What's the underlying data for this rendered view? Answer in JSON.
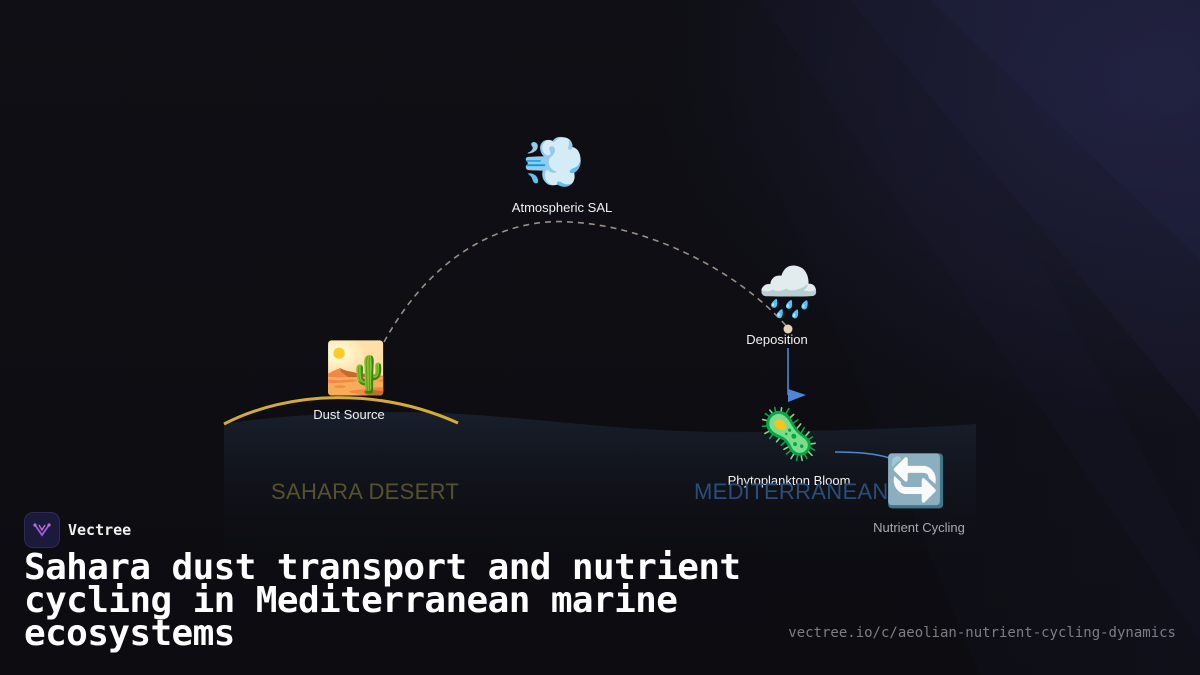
{
  "diagram": {
    "nodes": {
      "atmospheric": {
        "label": "Atmospheric SAL",
        "icon": "dashing-wind-icon"
      },
      "deposition": {
        "label": "Deposition",
        "icon": "rain-cloud-icon"
      },
      "dust_source": {
        "label": "Dust Source",
        "icon": "desert-icon"
      },
      "phytoplankton": {
        "label": "Phytoplankton Bloom",
        "icon": "microbe-icon"
      },
      "nutrient_cycling": {
        "label": "Nutrient Cycling",
        "icon": "counterclockwise-arrows-icon"
      }
    },
    "regions": {
      "sahara": "SAHARA DESERT",
      "mediterranean": "MEDITERRANEAN"
    },
    "colors": {
      "dust_arc": "#d4aa3a",
      "transport_path": "#9b8e86",
      "flow_arrow": "#4f86d8",
      "deposition_dot": "#e6d2b5"
    }
  },
  "brand": {
    "name": "Vectree"
  },
  "title": "Sahara dust transport and nutrient cycling in Mediterranean marine ecosystems",
  "url": "vectree.io/c/aeolian-nutrient-cycling-dynamics"
}
